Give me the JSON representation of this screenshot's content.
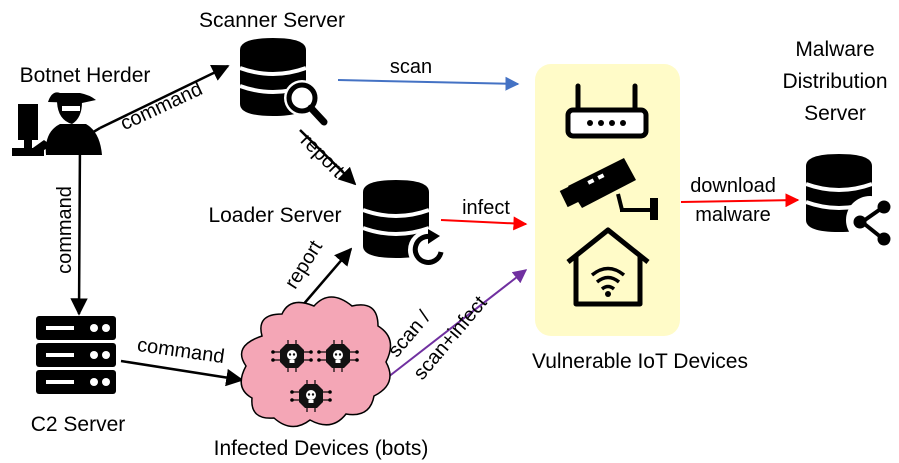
{
  "nodes": {
    "botnet_herder": "Botnet Herder",
    "scanner_server": "Scanner Server",
    "loader_server": "Loader Server",
    "c2_server": "C2 Server",
    "infected_devices": "Infected Devices (bots)",
    "vulnerable_iot": "Vulnerable IoT Devices",
    "malware_dist_line1": "Malware",
    "malware_dist_line2": "Distribution",
    "malware_dist_line3": "Server"
  },
  "edges": {
    "herder_to_scanner": "command",
    "herder_to_c2": "command",
    "scanner_scan": "scan",
    "scanner_report": "report",
    "loader_infect": "infect",
    "bots_report": "report",
    "c2_to_bots": "command",
    "bots_scan_line1": "scan /",
    "bots_scan_line2": "scan+infect",
    "download_line1": "download",
    "download_line2": "malware"
  },
  "colors": {
    "scan_arrow": "#4472c4",
    "infect_arrow": "#ff0000",
    "bots_arrow": "#7030a0",
    "iot_panel": "#fffbc8",
    "cloud_fill": "#f4a6b6",
    "default_arrow": "#000000"
  },
  "icons": [
    "hacker-icon",
    "database-search-icon",
    "database-reload-icon",
    "server-rack-icon",
    "cloud-bots-icon",
    "router-icon",
    "security-camera-icon",
    "smart-home-icon",
    "database-share-icon"
  ]
}
